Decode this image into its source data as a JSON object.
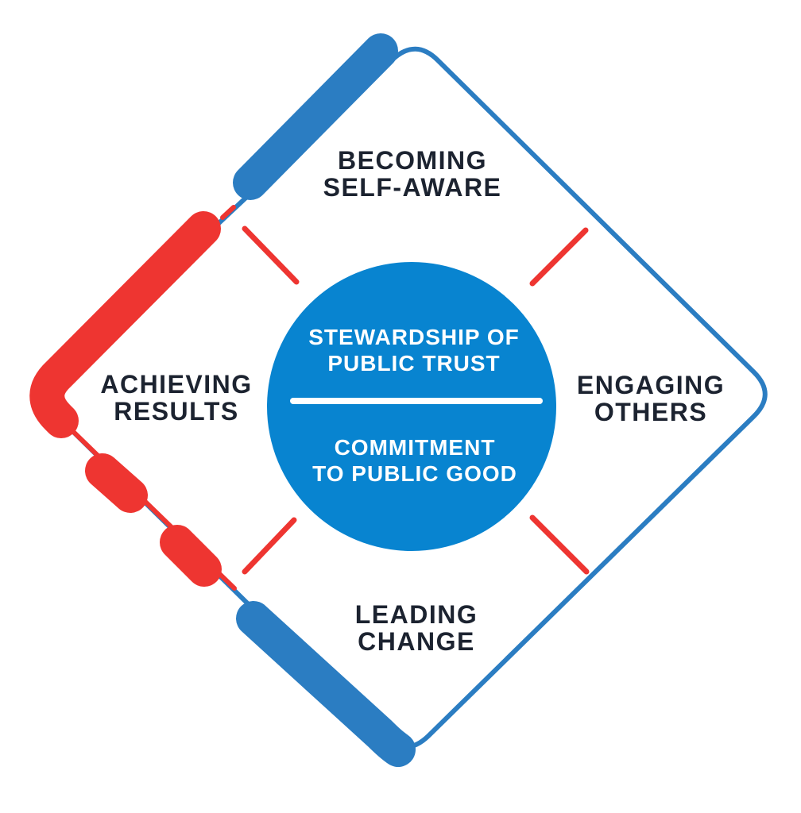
{
  "diagram": {
    "core_values": [
      {
        "id": "stewardship-of-public-trust",
        "line1": "STEWARDSHIP OF",
        "line2": "PUBLIC TRUST"
      },
      {
        "id": "commitment-to-public-good",
        "line1": "COMMITMENT",
        "line2": "TO PUBLIC GOOD"
      }
    ],
    "competencies": [
      {
        "id": "becoming-self-aware",
        "position": "top",
        "line1": "BECOMING",
        "line2": "SELF-AWARE"
      },
      {
        "id": "engaging-others",
        "position": "right",
        "line1": "ENGAGING",
        "line2": "OTHERS"
      },
      {
        "id": "leading-change",
        "position": "bottom",
        "line1": "LEADING",
        "line2": "CHANGE"
      },
      {
        "id": "achieving-results",
        "position": "left",
        "line1": "ACHIEVING",
        "line2": "RESULTS"
      }
    ],
    "colors": {
      "blue": "#2b7dc2",
      "circle_blue": "#0884d0",
      "red": "#ee3531",
      "text": "#1c2330",
      "background": "#ffffff"
    }
  }
}
